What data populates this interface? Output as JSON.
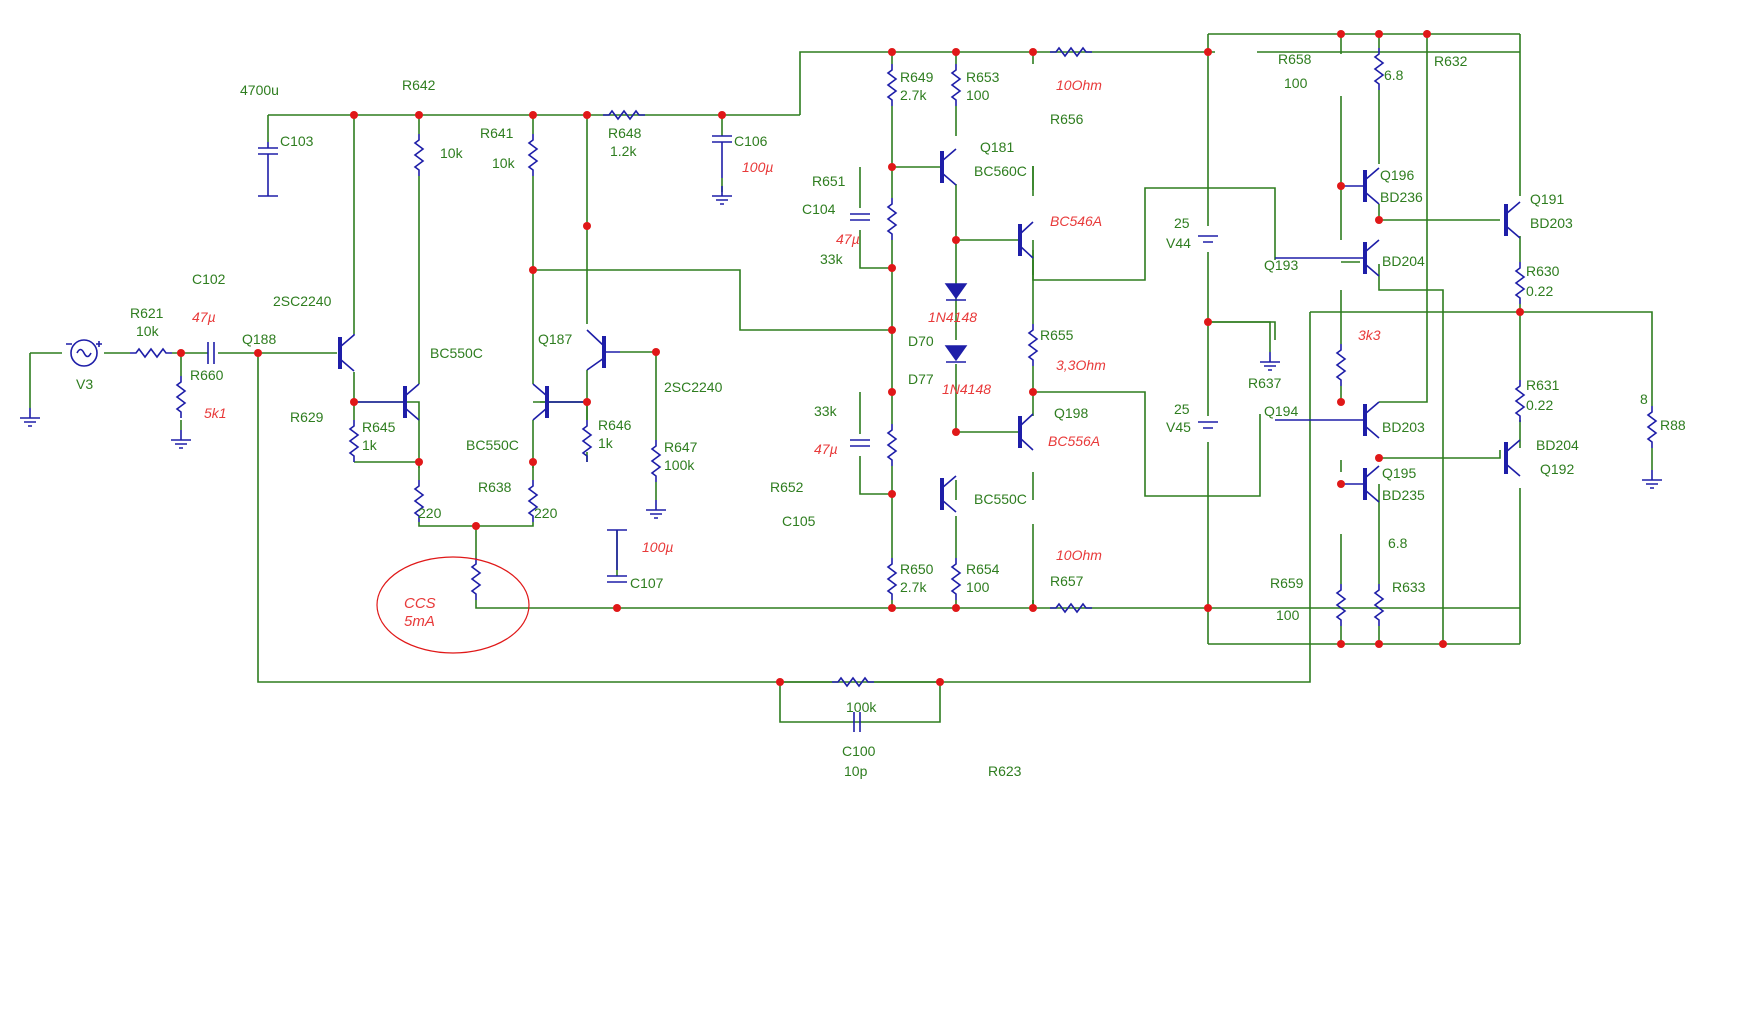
{
  "labels": {
    "c103_val": "4700u",
    "c103": "C103",
    "r642": "R642",
    "c102": "C102",
    "c102_val": "47µ",
    "r621": "R621",
    "r621_val": "10k",
    "q188": "Q188",
    "q188_type": "2SC2240",
    "r660": "R660",
    "r660_val": "5k1",
    "v3": "V3",
    "r629": "R629",
    "r645": "R645",
    "r645_val": "1k",
    "bc550c_a": "BC550C",
    "r_left_10k": "10k",
    "r641": "R641",
    "r641_val": "10k",
    "q187": "Q187",
    "bc550c_b": "BC550C",
    "r646": "R646",
    "r646_val": "1k",
    "r638": "R638",
    "r220_a": "220",
    "r220_b": "220",
    "r648": "R648",
    "r648_val": "1.2k",
    "c106": "C106",
    "c106_val": "100µ",
    "q_2sc2240_b": "2SC2240",
    "r647": "R647",
    "r647_val": "100k",
    "c107": "C107",
    "c107_val": "100µ",
    "ccs": "CCS",
    "ccs_val": "5mA",
    "r649": "R649",
    "r649_val": "2.7k",
    "r651": "R651",
    "c104": "C104",
    "c104_val": "47µ",
    "r_33k_a": "33k",
    "r_33k_b": "33k",
    "c_47u_b": "47µ",
    "r652": "R652",
    "c105": "C105",
    "r650": "R650",
    "r650_val": "2.7k",
    "r653": "R653",
    "r653_val": "100",
    "q181": "Q181",
    "q181_type": "BC560C",
    "d70": "D70",
    "d70_type": "1N4148",
    "d77": "D77",
    "d77_type": "1N4148",
    "bc550c_c": "BC550C",
    "r654": "R654",
    "r654_val": "100",
    "r656_val": "10Ohm",
    "r656": "R656",
    "bc546a": "BC546A",
    "r655": "R655",
    "r655_val": "3,3Ohm",
    "q198": "Q198",
    "bc556a": "BC556A",
    "r657_val": "10Ohm",
    "r657": "R657",
    "v44": "V44",
    "v44_val": "25",
    "v45": "V45",
    "v45_val": "25",
    "r637": "R637",
    "r658": "R658",
    "r658_val": "100",
    "r_6_8_a": "6.8",
    "r632": "R632",
    "q196": "Q196",
    "bd236": "BD236",
    "q193": "Q193",
    "bd204_a": "BD204",
    "q191": "Q191",
    "bd203_a": "BD203",
    "r630": "R630",
    "r630_val": "0.22",
    "r_3k3": "3k3",
    "r631": "R631",
    "r631_val": "0.22",
    "r88": "R88",
    "r88_val": "8",
    "q194": "Q194",
    "bd203_b": "BD203",
    "bd204_b": "BD204",
    "q192": "Q192",
    "q195": "Q195",
    "bd235": "BD235",
    "r_6_8_b": "6.8",
    "r633": "R633",
    "r659": "R659",
    "r659_val": "100",
    "r_fb_val": "100k",
    "c100": "C100",
    "c100_val": "10p",
    "r623": "R623"
  },
  "colors": {
    "wire": "#2e7d1f",
    "component": "#1e1ea8",
    "junction": "#e01818",
    "annotation": "#e83a3a"
  }
}
